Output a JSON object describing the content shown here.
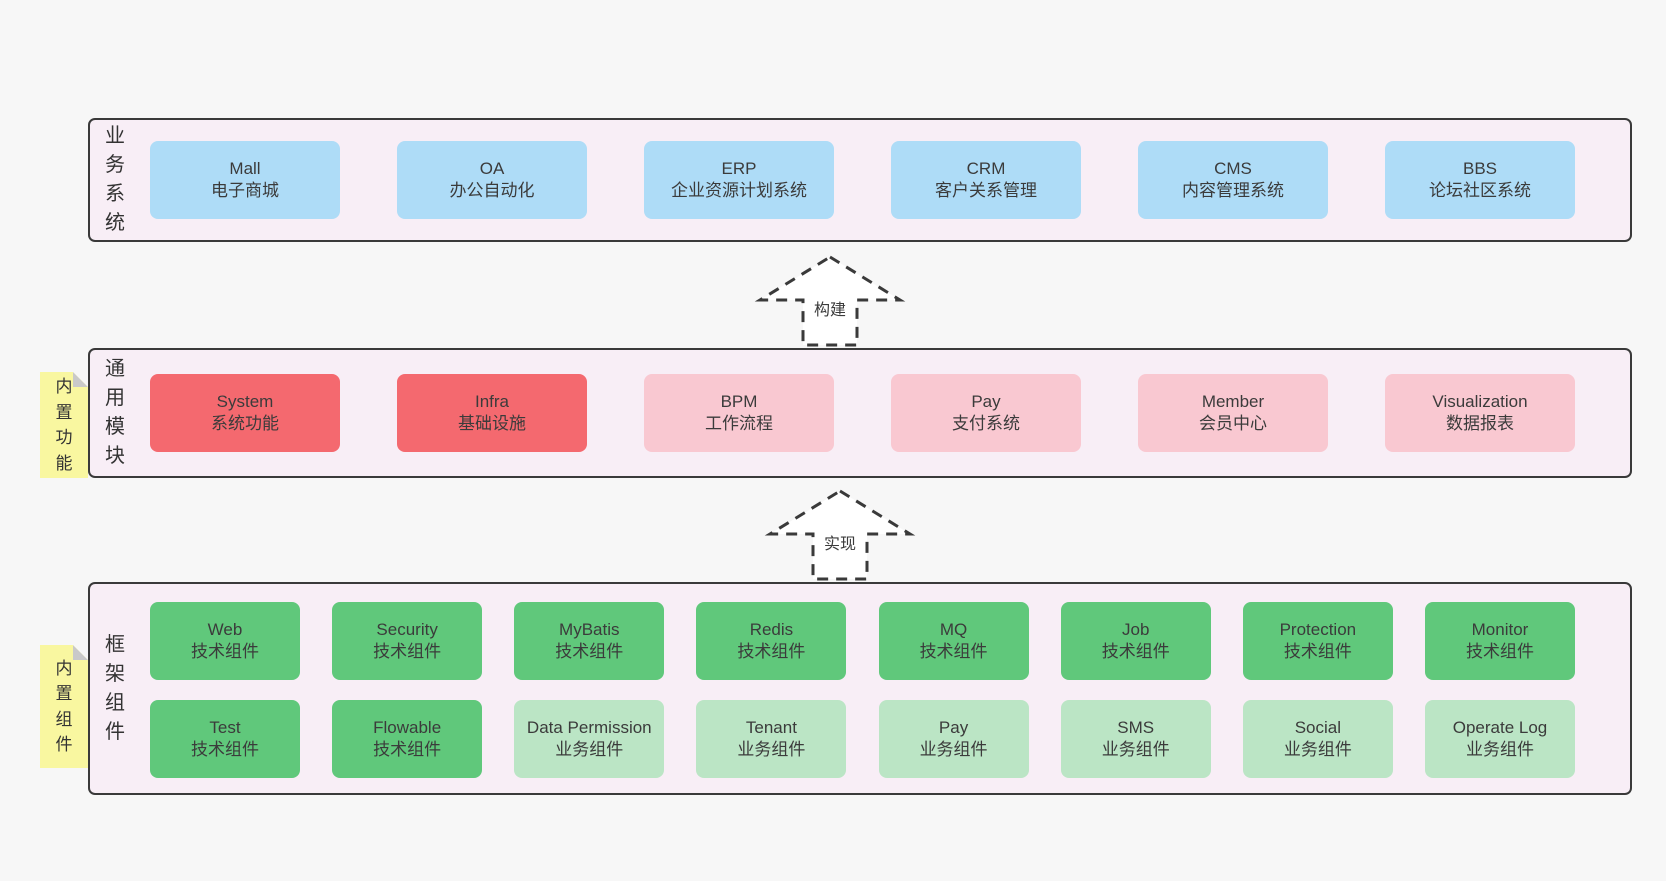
{
  "palette": {
    "page_bg": "#f7f7f7",
    "band_bg": "#f8eef6",
    "band_border": "#3a3a3a",
    "blue": "#aedcf7",
    "red": "#f4696f",
    "pink": "#f9c8d1",
    "green": "#60c87b",
    "light_green": "#bbe5c5",
    "sticky_yellow": "#f9f7a0"
  },
  "arrows": [
    {
      "label": "构建"
    },
    {
      "label": "实现"
    }
  ],
  "bands": [
    {
      "label": "业务系统",
      "boxes": [
        {
          "name": "Mall",
          "type": "电子商城",
          "variant": "blue"
        },
        {
          "name": "OA",
          "type": "办公自动化",
          "variant": "blue"
        },
        {
          "name": "ERP",
          "type": "企业资源计划系统",
          "variant": "blue"
        },
        {
          "name": "CRM",
          "type": "客户关系管理",
          "variant": "blue"
        },
        {
          "name": "CMS",
          "type": "内容管理系统",
          "variant": "blue"
        },
        {
          "name": "BBS",
          "type": "论坛社区系统",
          "variant": "blue"
        }
      ]
    },
    {
      "label": "通用模块",
      "sticky": "内置功能",
      "boxes": [
        {
          "name": "System",
          "type": "系统功能",
          "variant": "red"
        },
        {
          "name": "Infra",
          "type": "基础设施",
          "variant": "red"
        },
        {
          "name": "BPM",
          "type": "工作流程",
          "variant": "pink"
        },
        {
          "name": "Pay",
          "type": "支付系统",
          "variant": "pink"
        },
        {
          "name": "Member",
          "type": "会员中心",
          "variant": "pink"
        },
        {
          "name": "Visualization",
          "type": "数据报表",
          "variant": "pink"
        }
      ]
    },
    {
      "label": "框架组件",
      "sticky": "内置组件",
      "rows": [
        [
          {
            "name": "Web",
            "type": "技术组件",
            "variant": "green"
          },
          {
            "name": "Security",
            "type": "技术组件",
            "variant": "green"
          },
          {
            "name": "MyBatis",
            "type": "技术组件",
            "variant": "green"
          },
          {
            "name": "Redis",
            "type": "技术组件",
            "variant": "green"
          },
          {
            "name": "MQ",
            "type": "技术组件",
            "variant": "green"
          },
          {
            "name": "Job",
            "type": "技术组件",
            "variant": "green"
          },
          {
            "name": "Protection",
            "type": "技术组件",
            "variant": "green"
          },
          {
            "name": "Monitor",
            "type": "技术组件",
            "variant": "green"
          }
        ],
        [
          {
            "name": "Test",
            "type": "技术组件",
            "variant": "green"
          },
          {
            "name": "Flowable",
            "type": "技术组件",
            "variant": "green"
          },
          {
            "name": "Data Permission",
            "type": "业务组件",
            "variant": "lightgreen"
          },
          {
            "name": "Tenant",
            "type": "业务组件",
            "variant": "lightgreen"
          },
          {
            "name": "Pay",
            "type": "业务组件",
            "variant": "lightgreen"
          },
          {
            "name": "SMS",
            "type": "业务组件",
            "variant": "lightgreen"
          },
          {
            "name": "Social",
            "type": "业务组件",
            "variant": "lightgreen"
          },
          {
            "name": "Operate Log",
            "type": "业务组件",
            "variant": "lightgreen"
          }
        ]
      ]
    }
  ]
}
